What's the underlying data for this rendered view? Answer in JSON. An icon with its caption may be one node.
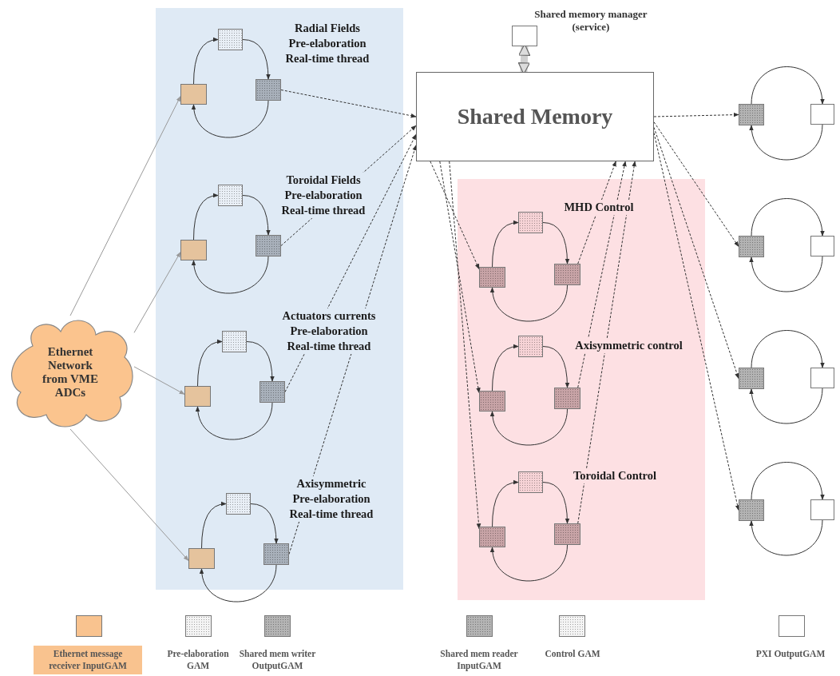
{
  "diagram": {
    "nodes": [
      {
        "text": [
          "Ethernet Network from VME ADCs"
        ]
      },
      {
        "text": [],
        "shape": "box"
      },
      {
        "text": [],
        "shape": "box",
        "in": 1
      },
      {
        "text": [],
        "shape": "box",
        "in": 1
      },
      {
        "text": [],
        "shape": "box",
        "in": 1
      },
      {
        "text": [],
        "shape": "box",
        "in": 1
      },
      {
        "text": [],
        "shape": "box",
        "in": 1
      },
      {
        "text": [],
        "shape": "box",
        "in": 1
      },
      {
        "text": [],
        "shape": "box",
        "in": 1
      },
      {
        "text": [],
        "shape": "box",
        "in": 1
      },
      {
        "text": [],
        "shape": "box",
        "in": 1
      },
      {
        "text": [],
        "shape": "box",
        "in": 1
      },
      {
        "text": [],
        "shape": "box",
        "in": 1
      },
      {
        "text": [],
        "shape": "box",
        "in": 1
      },
      {
        "text": [],
        "shape": "box",
        "beside": [
          "Shared memory manager (service)"
        ]
      },
      {
        "text": [
          "Shared Memory"
        ]
      },
      {
        "text": [],
        "shape": "box"
      },
      {
        "text": [],
        "shape": "box",
        "in": 16
      },
      {
        "text": [],
        "shape": "box",
        "in": 16
      },
      {
        "text": [],
        "shape": "box",
        "in": 16
      },
      {
        "text": [],
        "shape": "box",
        "in": 16
      },
      {
        "text": [],
        "shape": "box",
        "in": 16
      },
      {
        "text": [],
        "shape": "box",
        "in": 16
      },
      {
        "text": [],
        "shape": "box",
        "in": 16
      },
      {
        "text": [],
        "shape": "box",
        "in": 16
      },
      {
        "text": [],
        "shape": "box",
        "in": 16
      },
      {
        "text": [],
        "shape": "box"
      },
      {
        "text": [],
        "shape": "box"
      },
      {
        "text": [],
        "shape": "box"
      },
      {
        "text": [],
        "shape": "box"
      },
      {
        "text": [],
        "shape": "box"
      },
      {
        "text": [],
        "shape": "box"
      },
      {
        "text": [],
        "shape": "box"
      },
      {
        "text": [],
        "shape": "box"
      }
    ],
    "edges": [
      {
        "from": 0,
        "to": 2,
        "arrow": "to",
        "color": "#999999"
      },
      {
        "from": 0,
        "to": 5,
        "arrow": "to",
        "color": "#999999"
      },
      {
        "from": 0,
        "to": 8,
        "arrow": "to",
        "color": "#999999"
      },
      {
        "from": 0,
        "to": 11,
        "arrow": "to",
        "color": "#999999"
      },
      {
        "from": 2,
        "to": 3,
        "arrow": "to"
      },
      {
        "from": 3,
        "to": 4,
        "arrow": "to"
      },
      {
        "from": 4,
        "to": 2,
        "arrow": "to"
      },
      {
        "from": 5,
        "to": 6,
        "arrow": "to"
      },
      {
        "from": 6,
        "to": 7,
        "arrow": "to"
      },
      {
        "from": 7,
        "to": 5,
        "arrow": "to"
      },
      {
        "from": 8,
        "to": 9,
        "arrow": "to"
      },
      {
        "from": 9,
        "to": 10,
        "arrow": "to"
      },
      {
        "from": 10,
        "to": 8,
        "arrow": "to"
      },
      {
        "from": 11,
        "to": 12,
        "arrow": "to"
      },
      {
        "from": 12,
        "to": 13,
        "arrow": "to"
      },
      {
        "from": 13,
        "to": 11,
        "arrow": "to"
      },
      {
        "from": 4,
        "to": 15,
        "arrow": "to",
        "style": "dashed"
      },
      {
        "from": 7,
        "to": 15,
        "arrow": "to",
        "style": "dashed"
      },
      {
        "from": 10,
        "to": 15,
        "arrow": "to",
        "style": "dashed"
      },
      {
        "from": 13,
        "to": 15,
        "arrow": "to",
        "style": "dashed"
      },
      {
        "from": 14,
        "to": 15,
        "arrow": "both",
        "style": "thick",
        "color": "#cfcfcf"
      },
      {
        "from": 15,
        "to": 17,
        "arrow": "to",
        "style": "dashed"
      },
      {
        "from": 15,
        "to": 20,
        "arrow": "to",
        "style": "dashed"
      },
      {
        "from": 15,
        "to": 23,
        "arrow": "to",
        "style": "dashed"
      },
      {
        "from": 17,
        "to": 18,
        "arrow": "to"
      },
      {
        "from": 18,
        "to": 19,
        "arrow": "to"
      },
      {
        "from": 19,
        "to": 17,
        "arrow": "to"
      },
      {
        "from": 20,
        "to": 21,
        "arrow": "to"
      },
      {
        "from": 21,
        "to": 22,
        "arrow": "to"
      },
      {
        "from": 22,
        "to": 20,
        "arrow": "to"
      },
      {
        "from": 23,
        "to": 24,
        "arrow": "to"
      },
      {
        "from": 24,
        "to": 25,
        "arrow": "to"
      },
      {
        "from": 25,
        "to": 23,
        "arrow": "to"
      },
      {
        "from": 19,
        "to": 15,
        "arrow": "to",
        "style": "dashed"
      },
      {
        "from": 22,
        "to": 15,
        "arrow": "to",
        "style": "dashed"
      },
      {
        "from": 25,
        "to": 15,
        "arrow": "to",
        "style": "dashed"
      },
      {
        "from": 15,
        "to": 26,
        "arrow": "to",
        "style": "dashed"
      },
      {
        "from": 15,
        "to": 28,
        "arrow": "to",
        "style": "dashed"
      },
      {
        "from": 15,
        "to": 30,
        "arrow": "to",
        "style": "dashed"
      },
      {
        "from": 15,
        "to": 32,
        "arrow": "to",
        "style": "dashed"
      },
      {
        "from": 26,
        "to": 27,
        "arrow": "to"
      },
      {
        "from": 27,
        "to": 26,
        "arrow": "to"
      },
      {
        "from": 28,
        "to": 29,
        "arrow": "to"
      },
      {
        "from": 29,
        "to": 28,
        "arrow": "to"
      },
      {
        "from": 30,
        "to": 31,
        "arrow": "to"
      },
      {
        "from": 31,
        "to": 30,
        "arrow": "to"
      },
      {
        "from": 32,
        "to": 33,
        "arrow": "to"
      },
      {
        "from": 33,
        "to": 32,
        "arrow": "to"
      }
    ],
    "labels": [
      "Radial Fields Pre-elaboration Real-time thread",
      "Toroidal Fields Pre-elaboration Real-time thread",
      "Actuators currents Pre-elaboration Real-time thread",
      "Axisymmetric Pre-elaboration Real-time thread",
      "MHD Control",
      "Axisymmetric control",
      "Toroidal Control"
    ],
    "legend": [
      {
        "text": "Ethernet message receiver InputGAM",
        "color": "#f9c38f"
      },
      {
        "text": "Pre-elaboration GAM",
        "color": "#f4f4f4"
      },
      {
        "text": "Shared mem writer OutputGAM",
        "color": "#b4b4b4"
      },
      {
        "text": "Shared mem reader InputGAM",
        "color": "#b4b4b4"
      },
      {
        "text": "Control GAM",
        "color": "#f4f4f4"
      },
      {
        "text": "PXI OutputGAM",
        "color": "#ffffff"
      }
    ]
  }
}
